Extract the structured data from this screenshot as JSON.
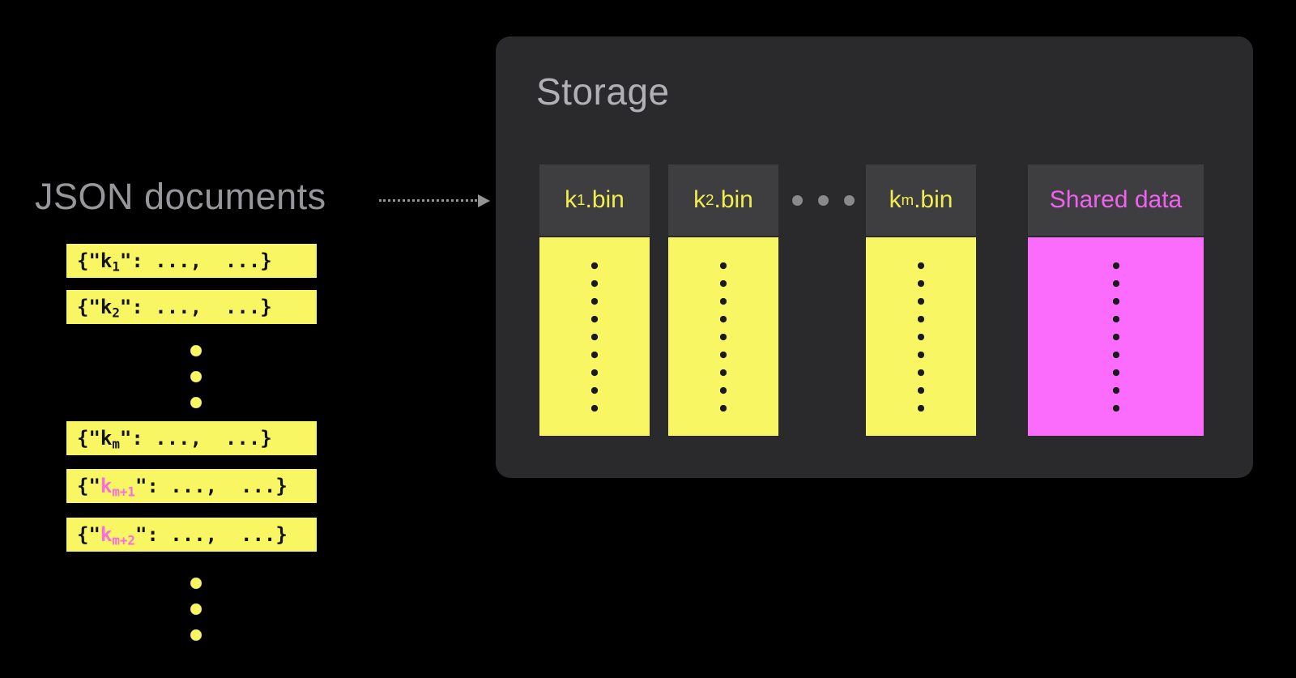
{
  "colors": {
    "background": "#000000",
    "panel_background": "#2A2A2D",
    "column_header_background": "#3E3E41",
    "yellow_fill": "#F8F663",
    "magenta_fill": "#FC6CFC",
    "yellow_label_text": "#F2ED4F",
    "magenta_label_text": "#F161F1",
    "highlight_key_magenta": "#FB6BE2",
    "json_title_gray": "#97979B",
    "storage_title_gray": "#B1B1B5",
    "ellipsis_gray": "#8A8A8C",
    "arrow_gray": "#939395",
    "dot_black": "#1A1A1C"
  },
  "left": {
    "title": "JSON documents",
    "bars": [
      {
        "prefix": "{\"",
        "key": "k",
        "sub": "1",
        "suffix": "\": ...,  ...}"
      },
      {
        "prefix": "{\"",
        "key": "k",
        "sub": "2",
        "suffix": "\": ...,  ...}"
      },
      {
        "prefix": "{\"",
        "key": "k",
        "sub": "m",
        "suffix": "\": ...,  ...}"
      },
      {
        "prefix": "{\"",
        "key": "k",
        "sub": "m+1",
        "suffix": "\": ...,  ...}",
        "highlight": true
      },
      {
        "prefix": "{\"",
        "key": "k",
        "sub": "m+2",
        "suffix": "\": ...,  ...}",
        "highlight": true
      }
    ]
  },
  "storage": {
    "title": "Storage",
    "columns": [
      {
        "base": "k",
        "sub": "1",
        "ext": ".bin",
        "type": "yellow"
      },
      {
        "base": "k",
        "sub": "2",
        "ext": ".bin",
        "type": "yellow"
      },
      {
        "base": "k",
        "sub": "m",
        "ext": ".bin",
        "type": "yellow"
      },
      {
        "label": "Shared data",
        "type": "magenta"
      }
    ]
  }
}
